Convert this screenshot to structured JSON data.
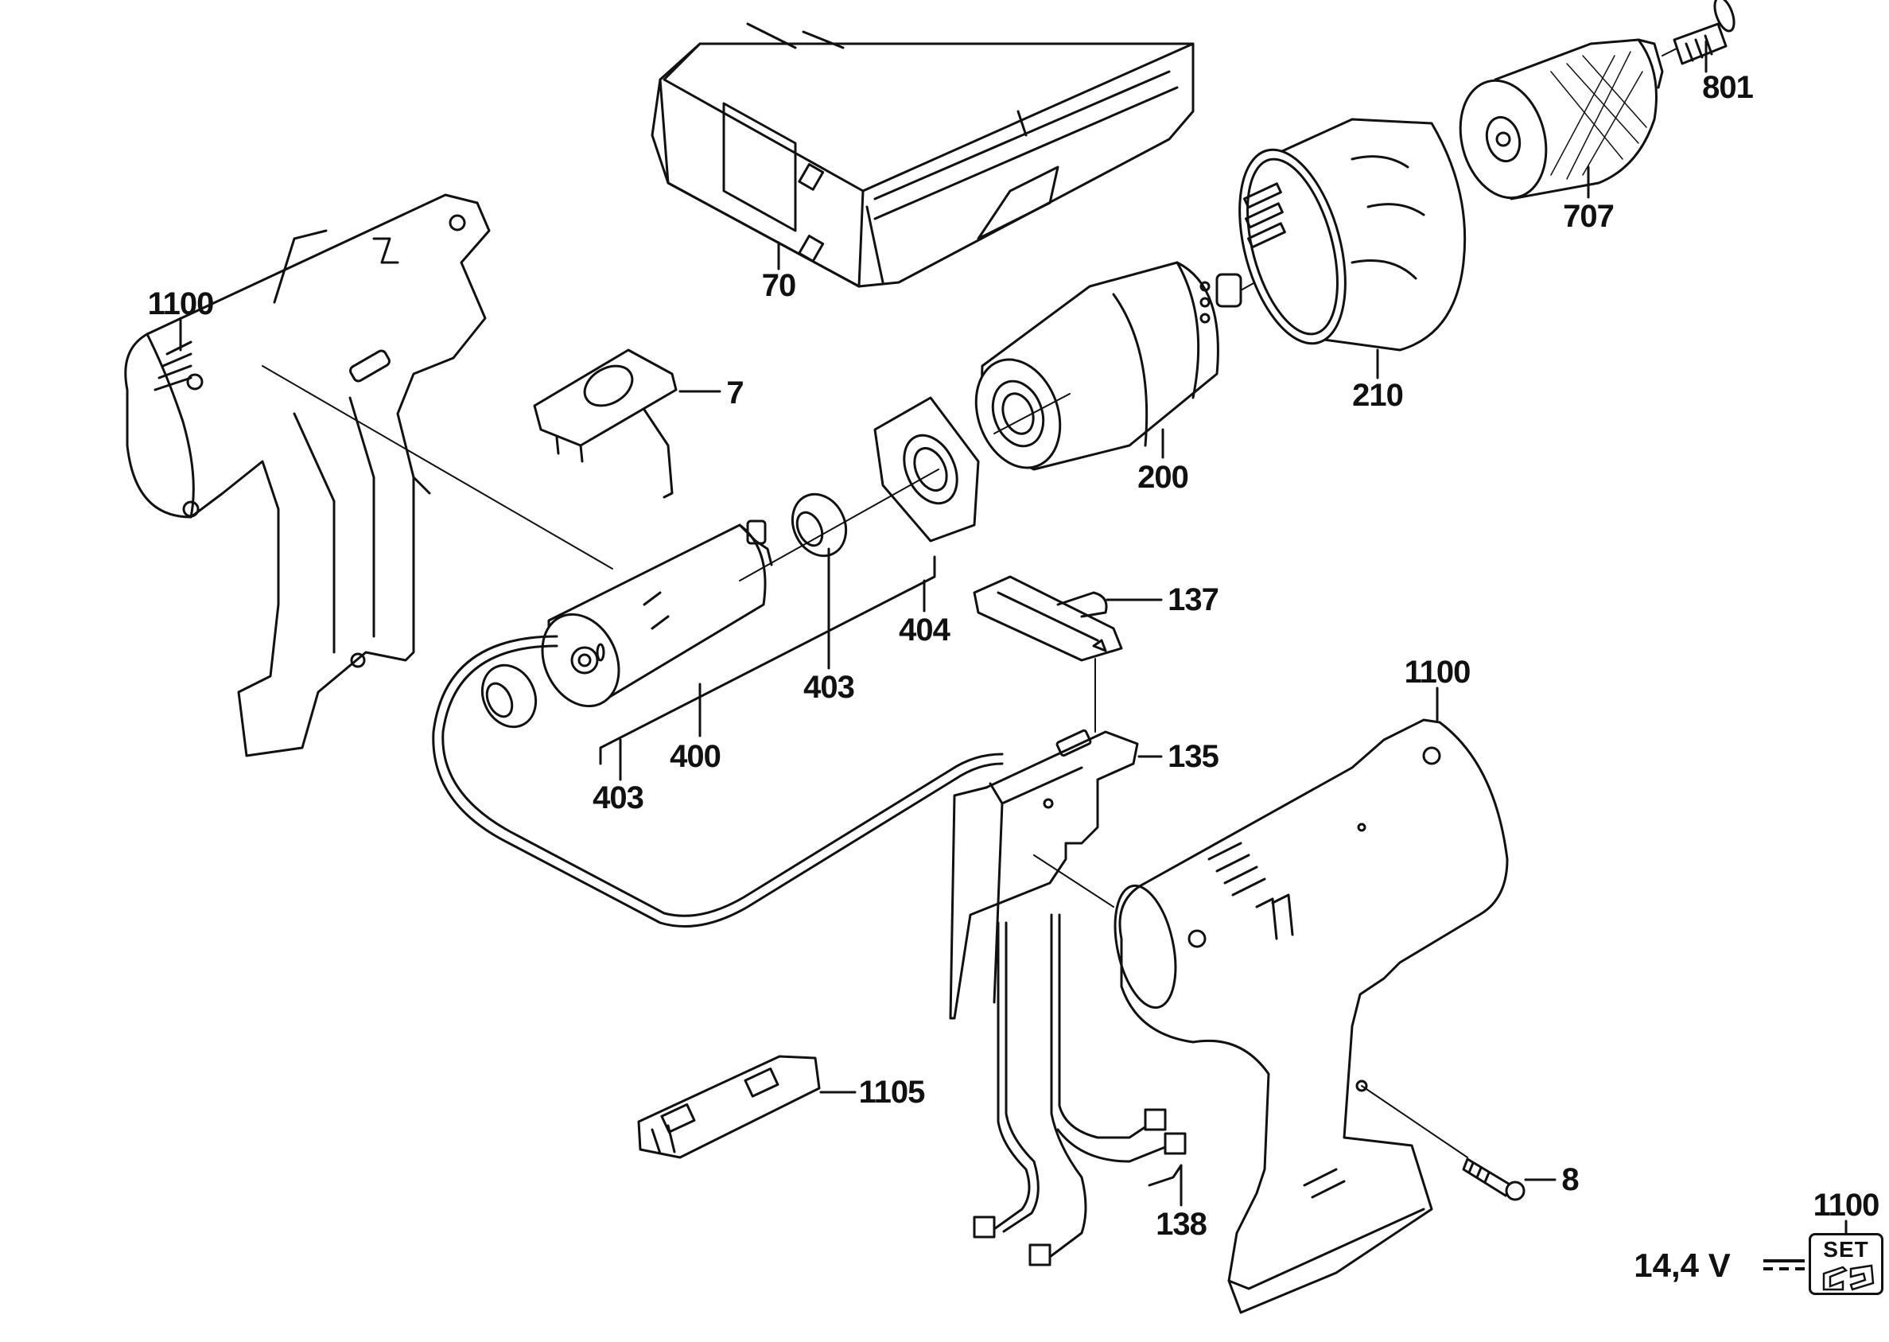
{
  "diagram": {
    "title_set_badge": "SET",
    "voltage": "14,4 V",
    "parts": [
      {
        "id": "p801",
        "label": "801",
        "name": "chuck-screw"
      },
      {
        "id": "p707",
        "label": "707",
        "name": "keyless-chuck"
      },
      {
        "id": "p70",
        "label": "70",
        "name": "carry-case"
      },
      {
        "id": "p1100a",
        "label": "1100",
        "name": "housing-left-half"
      },
      {
        "id": "p7",
        "label": "7",
        "name": "direction-switch"
      },
      {
        "id": "p210",
        "label": "210",
        "name": "torque-collar"
      },
      {
        "id": "p200",
        "label": "200",
        "name": "gearbox"
      },
      {
        "id": "p137",
        "label": "137",
        "name": "forward-reverse-slider"
      },
      {
        "id": "p404",
        "label": "404",
        "name": "motor-plate"
      },
      {
        "id": "p403a",
        "label": "403",
        "name": "ring-magnet"
      },
      {
        "id": "p400",
        "label": "400",
        "name": "motor"
      },
      {
        "id": "p135",
        "label": "135",
        "name": "trigger-switch"
      },
      {
        "id": "p403b",
        "label": "403",
        "name": "ring-magnet-lower"
      },
      {
        "id": "p1100b",
        "label": "1100",
        "name": "housing-right-half"
      },
      {
        "id": "p1105",
        "label": "1105",
        "name": "battery-terminal-block"
      },
      {
        "id": "p8",
        "label": "8",
        "name": "housing-screw"
      },
      {
        "id": "p138",
        "label": "138",
        "name": "wire-harness"
      },
      {
        "id": "p1100c",
        "label": "1100",
        "name": "housing-set"
      }
    ],
    "colors": {
      "ink": "#111111",
      "paper": "#ffffff"
    }
  }
}
